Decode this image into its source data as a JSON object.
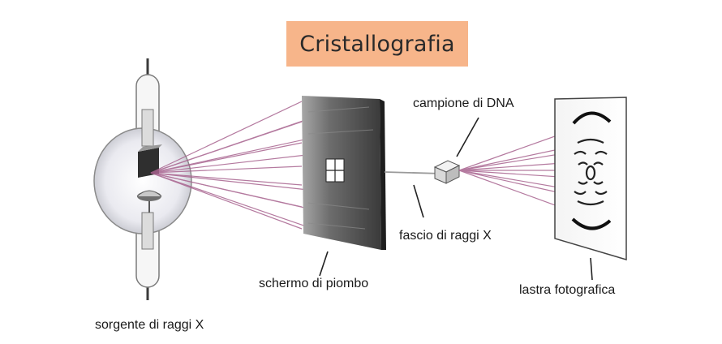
{
  "title": "Cristallografia",
  "labels": {
    "source": "sorgente di raggi X",
    "screen": "schermo di piombo",
    "sample": "campione di DNA",
    "beam": "fascio di raggi X",
    "plate": "lastra fotografica"
  },
  "colors": {
    "title_background": "#f7b58a",
    "ray_color": "#a8638f",
    "screen_dark": "#2b2b2b",
    "screen_light": "#9a9a9a"
  }
}
